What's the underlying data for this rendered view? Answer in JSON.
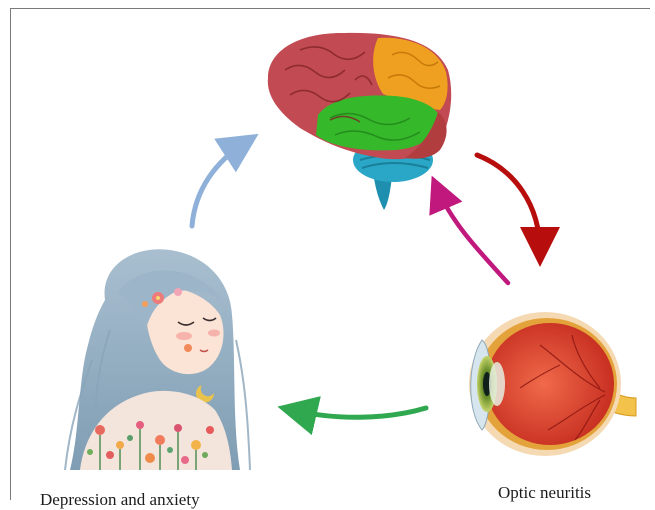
{
  "labels": {
    "depression": "Depression and anxiety",
    "optic": "Optic neuritis"
  },
  "colors": {
    "arrow_blue": "#8fb0d8",
    "arrow_red": "#b80d0d",
    "arrow_magenta": "#c0187d",
    "arrow_green": "#2fa84f",
    "brain_frontal": "#c24a52",
    "brain_parietal": "#f0a020",
    "brain_temporal": "#35b82a",
    "brain_cerebellum": "#2aa6c6",
    "eye_red": "#d8392a"
  },
  "icons": {
    "brain": "brain-illustration",
    "eye": "eyeball-cross-section",
    "girl": "girl-with-flowers-illustration"
  }
}
